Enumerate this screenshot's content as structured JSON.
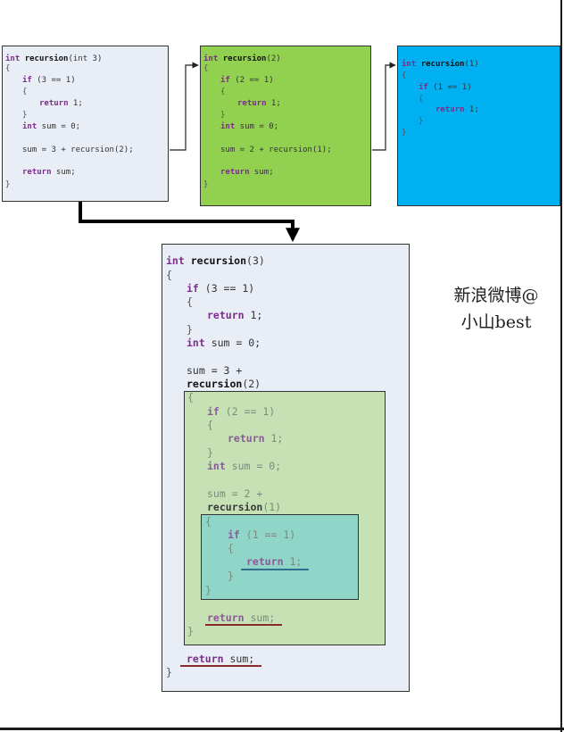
{
  "colors": {
    "frame1": "#e8edf6",
    "frame2": "#92d050",
    "frame3": "#00b0f0",
    "nest_mid": "#c6e2b5",
    "nest_inner": "#8fd6c9",
    "keyword": "#7b2d8b"
  },
  "frame1": {
    "l1_kw": "int",
    "l1_fn": "recursion",
    "l1_rest": "(int 3)",
    "l2": "{",
    "l3_kw": "if",
    "l3_rest": " (3 == 1)",
    "l4": "{",
    "l5_kw": "return",
    "l5_rest": " 1;",
    "l6": "}",
    "l7_kw": "int",
    "l7_rest": " sum = 0;",
    "l8": "sum = 3 + recursion(2);",
    "l9_kw": "return",
    "l9_rest": " sum;",
    "l10": "}"
  },
  "frame2": {
    "l1_kw": "int",
    "l1_fn": "recursion",
    "l1_rest": "(2)",
    "l2": "{",
    "l3_kw": "if",
    "l3_rest": " (2 == 1)",
    "l4": "{",
    "l5_kw": "return",
    "l5_rest": " 1;",
    "l6": "}",
    "l7_kw": "int",
    "l7_rest": " sum = 0;",
    "l8": "sum = 2 + recursion(1);",
    "l9_kw": "return",
    "l9_rest": " sum;",
    "l10": "}"
  },
  "frame3": {
    "l1_kw": "int",
    "l1_fn": "recursion",
    "l1_rest": "(1)",
    "l2": "{",
    "l3_kw": "if",
    "l3_rest": " (1 == 1)",
    "l4": "{",
    "l5_kw": "return",
    "l5_rest": " 1;",
    "l6": "}",
    "l7": "}"
  },
  "expanded": {
    "l1_kw": "int",
    "l1_fn": "recursion",
    "l1_rest": "(3)",
    "l2": "{",
    "l3_kw": "if",
    "l3_rest": " (3 == 1)",
    "l4": "{",
    "l5_kw": "return",
    "l5_rest": " 1;",
    "l6": "}",
    "l7_kw": "int",
    "l7_rest": " sum = 0;",
    "l8": "sum = 3 +",
    "l9": "recursion",
    "l9_rest": "(2)",
    "ret_kw": "return",
    "ret_rest": " sum;",
    "close": "}",
    "mid": {
      "l1": "{",
      "l2_kw": "if",
      "l2_rest": " (2 == 1)",
      "l3": "{",
      "l4_kw": "return",
      "l4_rest": " 1;",
      "l5": "}",
      "l6_kw": "int",
      "l6_rest": " sum = 0;",
      "l7": "sum = 2 +",
      "l8": "recursion",
      "l8_rest": "(1)",
      "ret_kw": "return",
      "ret_rest": " sum;",
      "close": "}"
    },
    "inner": {
      "l1": "{",
      "l2_kw": "if",
      "l2_rest": " (1 == 1)",
      "l3": "{",
      "l4_kw": "return",
      "l4_rest": " 1;",
      "l5": "}",
      "close": "}"
    }
  },
  "watermark": {
    "line1": "新浪微博@",
    "line2": "小山best"
  }
}
